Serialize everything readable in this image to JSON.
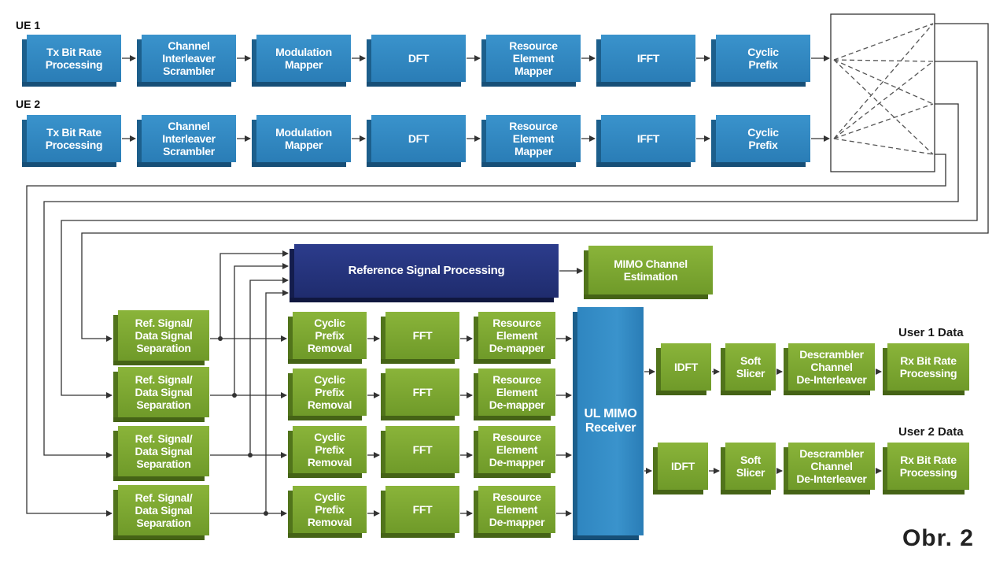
{
  "labels": {
    "ue1": "UE 1",
    "ue2": "UE 2",
    "user1_data": "User 1 Data",
    "user2_data": "User 2 Data",
    "figure": "Obr. 2"
  },
  "tx_chain": [
    "Tx Bit Rate\nProcessing",
    "Channel\nInterleaver\nScrambler",
    "Modulation\nMapper",
    "DFT",
    "Resource\nElement\nMapper",
    "IFFT",
    "Cyclic\nPrefix"
  ],
  "rx": {
    "separation": "Ref. Signal/\nData Signal\nSeparation",
    "cp_removal": "Cyclic\nPrefix\nRemoval",
    "fft": "FFT",
    "re_demapper": "Resource\nElement\nDe-mapper",
    "ref_signal_processing": "Reference Signal Processing",
    "mimo_channel_estimation": "MIMO Channel\nEstimation",
    "ul_mimo_receiver": "UL MIMO\nReceiver",
    "idft": "IDFT",
    "soft_slicer": "Soft\nSlicer",
    "descrambler": "Descrambler\nChannel\nDe-Interleaver",
    "rx_bit_rate": "Rx Bit Rate\nProcessing"
  },
  "colors": {
    "tx_block": "#2f86c0",
    "rx_block": "#7ea833",
    "ref_block": "#24337a",
    "wire": "#333333"
  }
}
